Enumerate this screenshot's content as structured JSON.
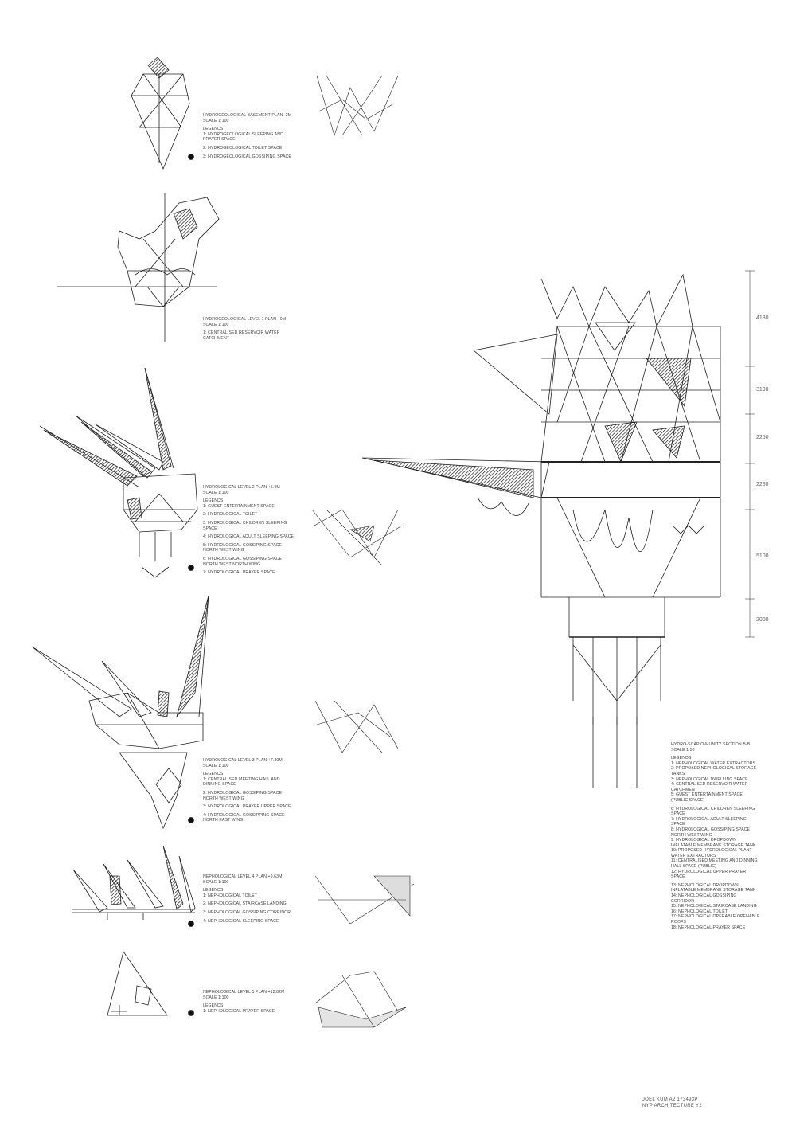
{
  "plans": [
    {
      "title": "HYDROGEOLOGICAL BASEMENT PLAN   -2M",
      "scale": "SCALE   1:100",
      "legend_heading": "LEGENDS",
      "items": [
        "1: HYDROGEOLOGICAL SLEEPING AND PRAYER SPACE",
        "2: HYDROGEOLOGICAL TOILET SPACE",
        "3: HYDROGEOLOGICAL GOSSIPING SPACE"
      ]
    },
    {
      "title": "HYDROGEOLOGICAL LEVEL 1 PLAN   +0M",
      "scale": "SCALE   1:100",
      "legend_heading": "",
      "items": [
        "1: CENTRALISED RESERVOIR WATER CATCHMENT"
      ]
    },
    {
      "title": "HYDROLOGICAL LEVEL 2 PLAN   +5.9M",
      "scale": "SCALE   1:100",
      "legend_heading": "LEGENDS",
      "items": [
        "1: GUEST ENTERTAINMENT SPACE",
        "2: HYDROLOGICAL TOILET",
        "3: HYDROLOGICAL CHILDREN SLEEPING SPACE",
        "4: HYDROLOGICAL ADULT SLEEPING SPACE",
        "5: HYDROLOGICAL GOSSIPING SPACE NORTH WEST WING",
        "6: HYDROLOGICAL GOSSIPING SPACE NORTH WEST NORTH WING",
        "7: HYDROLOGICAL PRAYER SPACE"
      ]
    },
    {
      "title": "HYDROLOGICAL LEVEL 3 PLAN   +7.30M",
      "scale": "SCALE   1:100",
      "legend_heading": "LEGENDS",
      "items": [
        "1: CENTRALISED MEETING HALL AND DINNING SPACE",
        "2: HYDROLOGICAL GOSSIPING SPACE NORTH WEST WING",
        "3: HYDROLOGICAL PRAYER UPPER SPACE",
        "4: HYDROLOGICAL GOSSIPPING SPACE NORTH EAST WING"
      ]
    },
    {
      "title": "NEPHOLOGICAL LEVEL 4 PLAN   +9.63M",
      "scale": "SCALE   1:100",
      "legend_heading": "LEGENDS",
      "items": [
        "1: NEPHOLOGICAL TOILET",
        "2: NEPHOLOGICAL STAIRCASE LANDING",
        "3: NEPHOLOGICAL GOSSIPING CORRIDOR",
        "4: NEPHOLOGICAL SLEEPING SPACE"
      ]
    },
    {
      "title": "NEPHOLOGICAL LEVEL 5 PLAN   +12.82M",
      "scale": "SCALE   1:100",
      "legend_heading": "LEGENDS",
      "items": [
        "1: NEPHOLOGICAL PRAYER SPACE"
      ]
    }
  ],
  "section": {
    "title": "HYDRO-SCAPIO-MUNITY  SECTION B-B",
    "scale": "SCALE   1:50",
    "legend_heading": "LEGENDS",
    "group1": [
      "1: NEPHOLOGICAL WATER EXTRACTORS",
      "2: PROPOSED NEPHOLOGICAL STORAGE TANKS",
      "3: NEPHOLOGICAL DWELLING SPACE",
      "4: CENTRALISED RESERVOIR WATER CATCHMENT",
      "5: GUEST ENTERTAINMENT SPACE (PUBLIC SPACE)"
    ],
    "group2": [
      "6: HYDROLOGICAL CHILDREN SLEEPING SPACE",
      "7: HYDROLOGICAL ADULT SLEEPING SPACE",
      "8: HYDROLOGICAL GOSSIPING SPACE NORTH WEST WING",
      "9: HYDROLOGICAL DROPDOWN INFLATABLE MEMBRANE STORAGE TANK",
      "10: PROPOSED HYDROLOGICAL PLANT WATER EXTRACTORS",
      "11: CENTRALISED MEETING AND DINNING HALL SPACE (PUBLIC)",
      "12: HYDROLOGICAL UPPER PRAYER SPACE"
    ],
    "group3": [
      "13: NEPHOLOGICAL DROPDOWN INFLATABLE MEMBRANE STORAGE TANK",
      "14: NEPHOLOGICAL GOSSIPING CORRIDOR",
      "15: NEPHOLOGICAL STAIRCASE LANDING",
      "16: NEPHOLOGICAL TOILET",
      "17: NEPHOLOGICAL OPERABLE OPENABLE ROOFS",
      "18: NEPHOLOGICAL PRAYER SPACE"
    ],
    "dimensions": [
      "4180",
      "3190",
      "2250",
      "2280",
      "5100",
      "2000"
    ]
  },
  "footer": {
    "line1": "JOEL KUM   A2 173493P",
    "line2": "NYP ARCHITECTURE Y2"
  }
}
